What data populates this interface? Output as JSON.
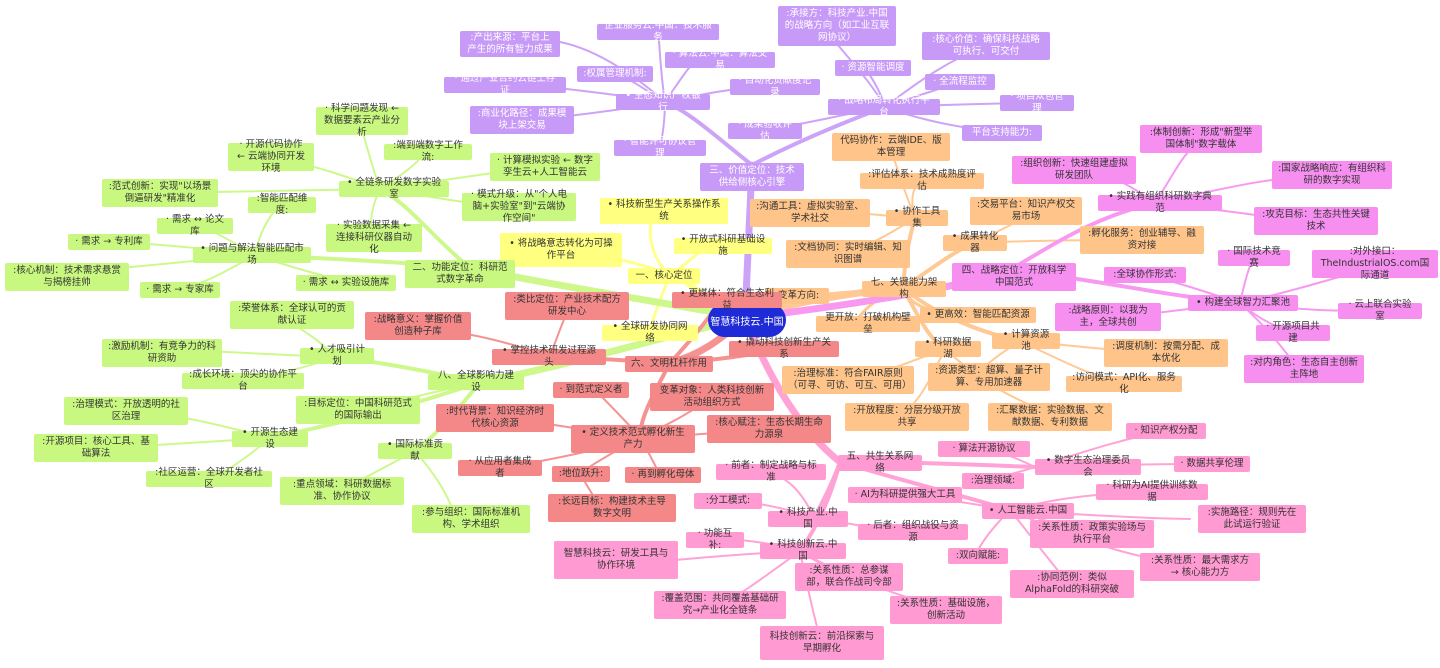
{
  "root": "智慧科技云.中国",
  "colors": {
    "core": "#ffff80",
    "purple": "#c89af7",
    "orange": "#ffc48a",
    "magenta": "#f78ff0",
    "green": "#c9f880",
    "red": "#f48888",
    "pink": "#ff9ad2",
    "root": "#1f2bd6"
  },
  "nodes": {
    "n1": "• 科技新型生产关系操作系统",
    "n2": "• 将战略意志转化为可操作平台",
    "n3": "一、核心定位",
    "n4": "• 开放式科研基础设施",
    "n5": "• 全球研发协同网络",
    "p1": ":产出来源：平台上产生的所有智力成果",
    "p2": "企业服务云.中国：技术服务",
    "p3": ":权属管理机制:",
    "p4": "· 算法云.中国：算法交易",
    "p5": "· 通过产业合约云链上存证",
    "p6": "· 自动化贡献度记录",
    "p7": ":商业化路径：成果模块上架交易",
    "p8": "• 生态知识产权银行",
    "p9": "· 智能许可协议管理",
    "p10": "三、价值定位：技术供给侧核心引擎",
    "p11": ":承接方：科技产业.中国的战略方向（如工业互联网协议）",
    "p12": ":核心价值：确保科技战略可执行、可交付",
    "p13": "· 资源智能调度",
    "p14": "· 全流程监控",
    "p15": "· 战略布局转化执行平台",
    "p16": "· 项目众包管理",
    "p17": "· 成果验收评估",
    "p18": "平台支持能力:",
    "o1": "代码协作：云端IDE、版本管理",
    "o2": ":评估体系：技术成熟度评估",
    "o3": ":沟通工具：虚拟实验室、学术社交",
    "o4": "• 协作工具集",
    "o5": ":文档协同：实时编辑、知识图谱",
    "o6": ":交易平台：知识产权交易市场",
    "o7": "• 成果转化器",
    "o8": ":孵化服务：创业辅导、融资对接",
    "o9": "七、关键能力架构",
    "o10": ":变革方向:",
    "o11": "更开放：打破机构壁垒",
    "o12": "• 更高效：智能匹配资源",
    "o13": "• 计算资源池",
    "o14": "• 科研数据湖",
    "o15": ":治理标准：符合FAIR原则（可寻、可访、可互、可用）",
    "o16": ":资源类型：超算、量子计算、专用加速器",
    "o17": ":调度机制：按需分配、成本优化",
    "o18": ":开放程度：分层分级开放共享",
    "o19": ":汇聚数据：实验数据、文献数据、专利数据",
    "o20": ":访问模式：API化、服务化",
    "m1": ":体制创新：形成\"新型举国体制\"数字载体",
    "m2": ":组织创新：快速组建虚拟研发团队",
    "m3": ":国家战略响应：有组织科研的数字实现",
    "m4": "• 实践有组织科研数字典范",
    "m5": ":攻克目标：生态共性关键技术",
    "m6": "四、战略定位：开放科学中国范式",
    "m7": "· 国际技术竞赛",
    "m8": ":全球协作形式:",
    "m9": ":对外接口：TheIndustrialOS.com国际通道",
    "m10": "• 构建全球智力汇聚池",
    "m11": ":战略原则：以我为主，全球共创",
    "m12": "· 云上联合实验室",
    "m13": "· 开源项目共建",
    "m14": ":对内角色：生态自主创新主阵地",
    "g1": "· 科学问题发现 ← 数据要素云产业分析",
    "g2": "· 开源代码协作 ← 云端协同开发环境",
    "g3": ":端到端数字工作流:",
    "g4": "· 计算模拟实验 ← 数字孪生云+人工智能云",
    "g5": ":范式创新：实现\"以场景倒逼研发\"精准化",
    "g6": "• 全链条研发数字实验室",
    "g7": ":智能匹配维度:",
    "g8": "· 模式升级：从\"个人电脑+实验室\"到\"云端协作空间\"",
    "g9": "· 需求 ↔ 论文库",
    "g10": "· 实验数据采集 ← 连接科研仪器自动化",
    "g11": "· 需求 → 专利库",
    "g12": "• 问题与解法智能匹配市场",
    "g13": "二、功能定位：科研范式数字革命",
    "g14": ":核心机制：技术需求悬赏与揭榜挂帅",
    "g15": "· 需求 ↔ 实验设施库",
    "g16": "· 需求 → 专家库",
    "g17": ":荣誉体系：全球认可的贡献认证",
    "g18": ":激励机制：有竞争力的科研资助",
    "g19": "• 人才吸引计划",
    "g20": ":成长环境：顶尖的协作平台",
    "g21": "八、全球影响力建设",
    "g22": ":目标定位：中国科研范式的国际输出",
    "g23": ":治理模式：开放透明的社区治理",
    "g24": "• 开源生态建设",
    "g25": ":开源项目：核心工具、基础算法",
    "g26": "• 国际标准贡献",
    "g27": ":社区运营：全球开发者社区",
    "g28": ":重点领域：科研数据标准、协作协议",
    "g29": ":参与组织：国际标准机构、学术组织",
    "r1": ":类比定位：产业技术配方研发中心",
    "r2": ":战略意义：掌握价值创造种子库",
    "r3": "• 掌控技术研发过程源头",
    "r4": "六、文明杠杆作用",
    "r5": "• 更媒体：符合生态利益",
    "r6": "• 撬动科技创新生产关系",
    "r7": "· 到范式定义者",
    "r8": "变革对象：人类科技创新活动组织方式",
    "r9": ":时代背景：知识经济时代核心资源",
    "r10": "• 定义技术范式孵化新生产力",
    "r11": ":核心赋注：生态长期生命力源泉",
    "r12": "· 从应用者集成者",
    "r13": ":地位跃升:",
    "r14": "· 再到孵化母体",
    "r15": ":长远目标：构建技术主导数字文明",
    "k1": "· 算法开源协议",
    "k2": "· 知识产权分配",
    "k3": "五、共生关系网络",
    "k4": "• 数字生态治理委员会",
    "k5": "· 数据共享伦理",
    "k6": "· 前者：制定战略与标准",
    "k7": ":治理领域:",
    "k8": "· AI为科研提供强大工具",
    "k9": "· 科研为AI提供训练数据",
    "k10": ":分工模式:",
    "k11": "• 科技产业.中国",
    "k12": "· 后者：组织战役与资源",
    "k13": "• 人工智能云.中国",
    "k14": ":实施路径：规则先在此试运行验证",
    "k15": "· 功能互补:",
    "k16": "• 科技创新云.中国",
    "k17": ":关系性质：政策实验场与执行平台",
    "k18": ":双向赋能:",
    "k19": "智慧科技云：研发工具与协作环境",
    "k20": ":关系性质：总参谋部，联合作战司令部",
    "k21": ":协同范例：类似AlphaFold的科研突破",
    "k22": ":关系性质：最大需求方 → 核心能力方",
    "k23": ":覆盖范围：共同覆盖基础研究→产业化全链条",
    "k24": ":关系性质：基础设施，创新活动",
    "k25": "科技创新云：前沿探索与早期孵化"
  }
}
